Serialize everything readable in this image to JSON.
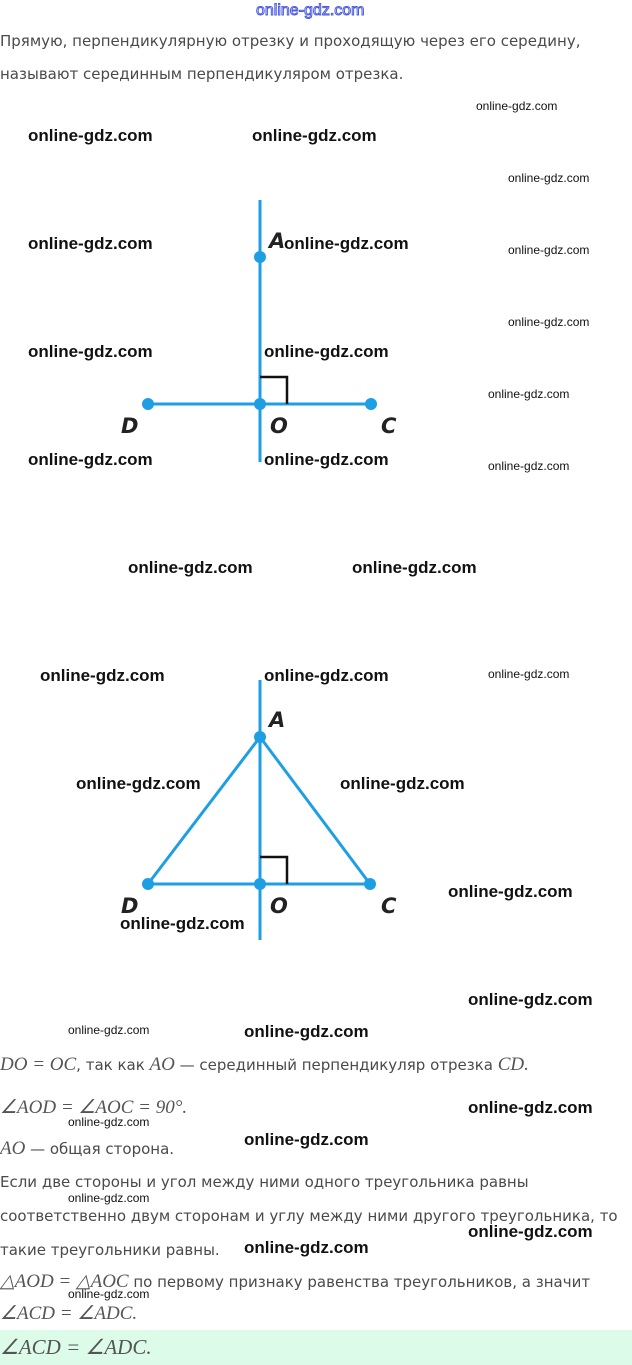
{
  "site_logo": "online-gdz.com",
  "watermark": "online-gdz.com",
  "intro": {
    "line1": "Прямую, перпендикулярную отрезку и проходящую через его середину,",
    "line2": "называют серединным перпендикуляром отрезка."
  },
  "figure1": {
    "labels": {
      "A": "A",
      "D": "D",
      "O": "O",
      "C": "C"
    }
  },
  "figure2": {
    "labels": {
      "A": "A",
      "D": "D",
      "O": "O",
      "C": "C"
    }
  },
  "solution": {
    "l1_math1": "DO = OC",
    "l1_text1": ", так как ",
    "l1_math2": "AO",
    "l1_text2": " — серединный перпендикуляр отрезка ",
    "l1_math3": "CD.",
    "l2_math": "∠AOD = ∠AOC = 90°.",
    "l3_math": "AO",
    "l3_text": " — общая сторона.",
    "l4": "Если две стороны и угол между ними одного треугольника равны",
    "l5": "соответственно двум сторонам и углу между ними другого треугольника, то",
    "l6": "такие треугольники равны.",
    "l7_math": "△AOD = △AOC",
    "l7_text": " по первому признаку равенства треугольников, а значит",
    "l8_math": "∠ACD = ∠ADC."
  },
  "answer": "∠ACD = ∠ADC.",
  "colors": {
    "line": "#1e9fe3",
    "answer_bg": "#dcfbe9"
  }
}
